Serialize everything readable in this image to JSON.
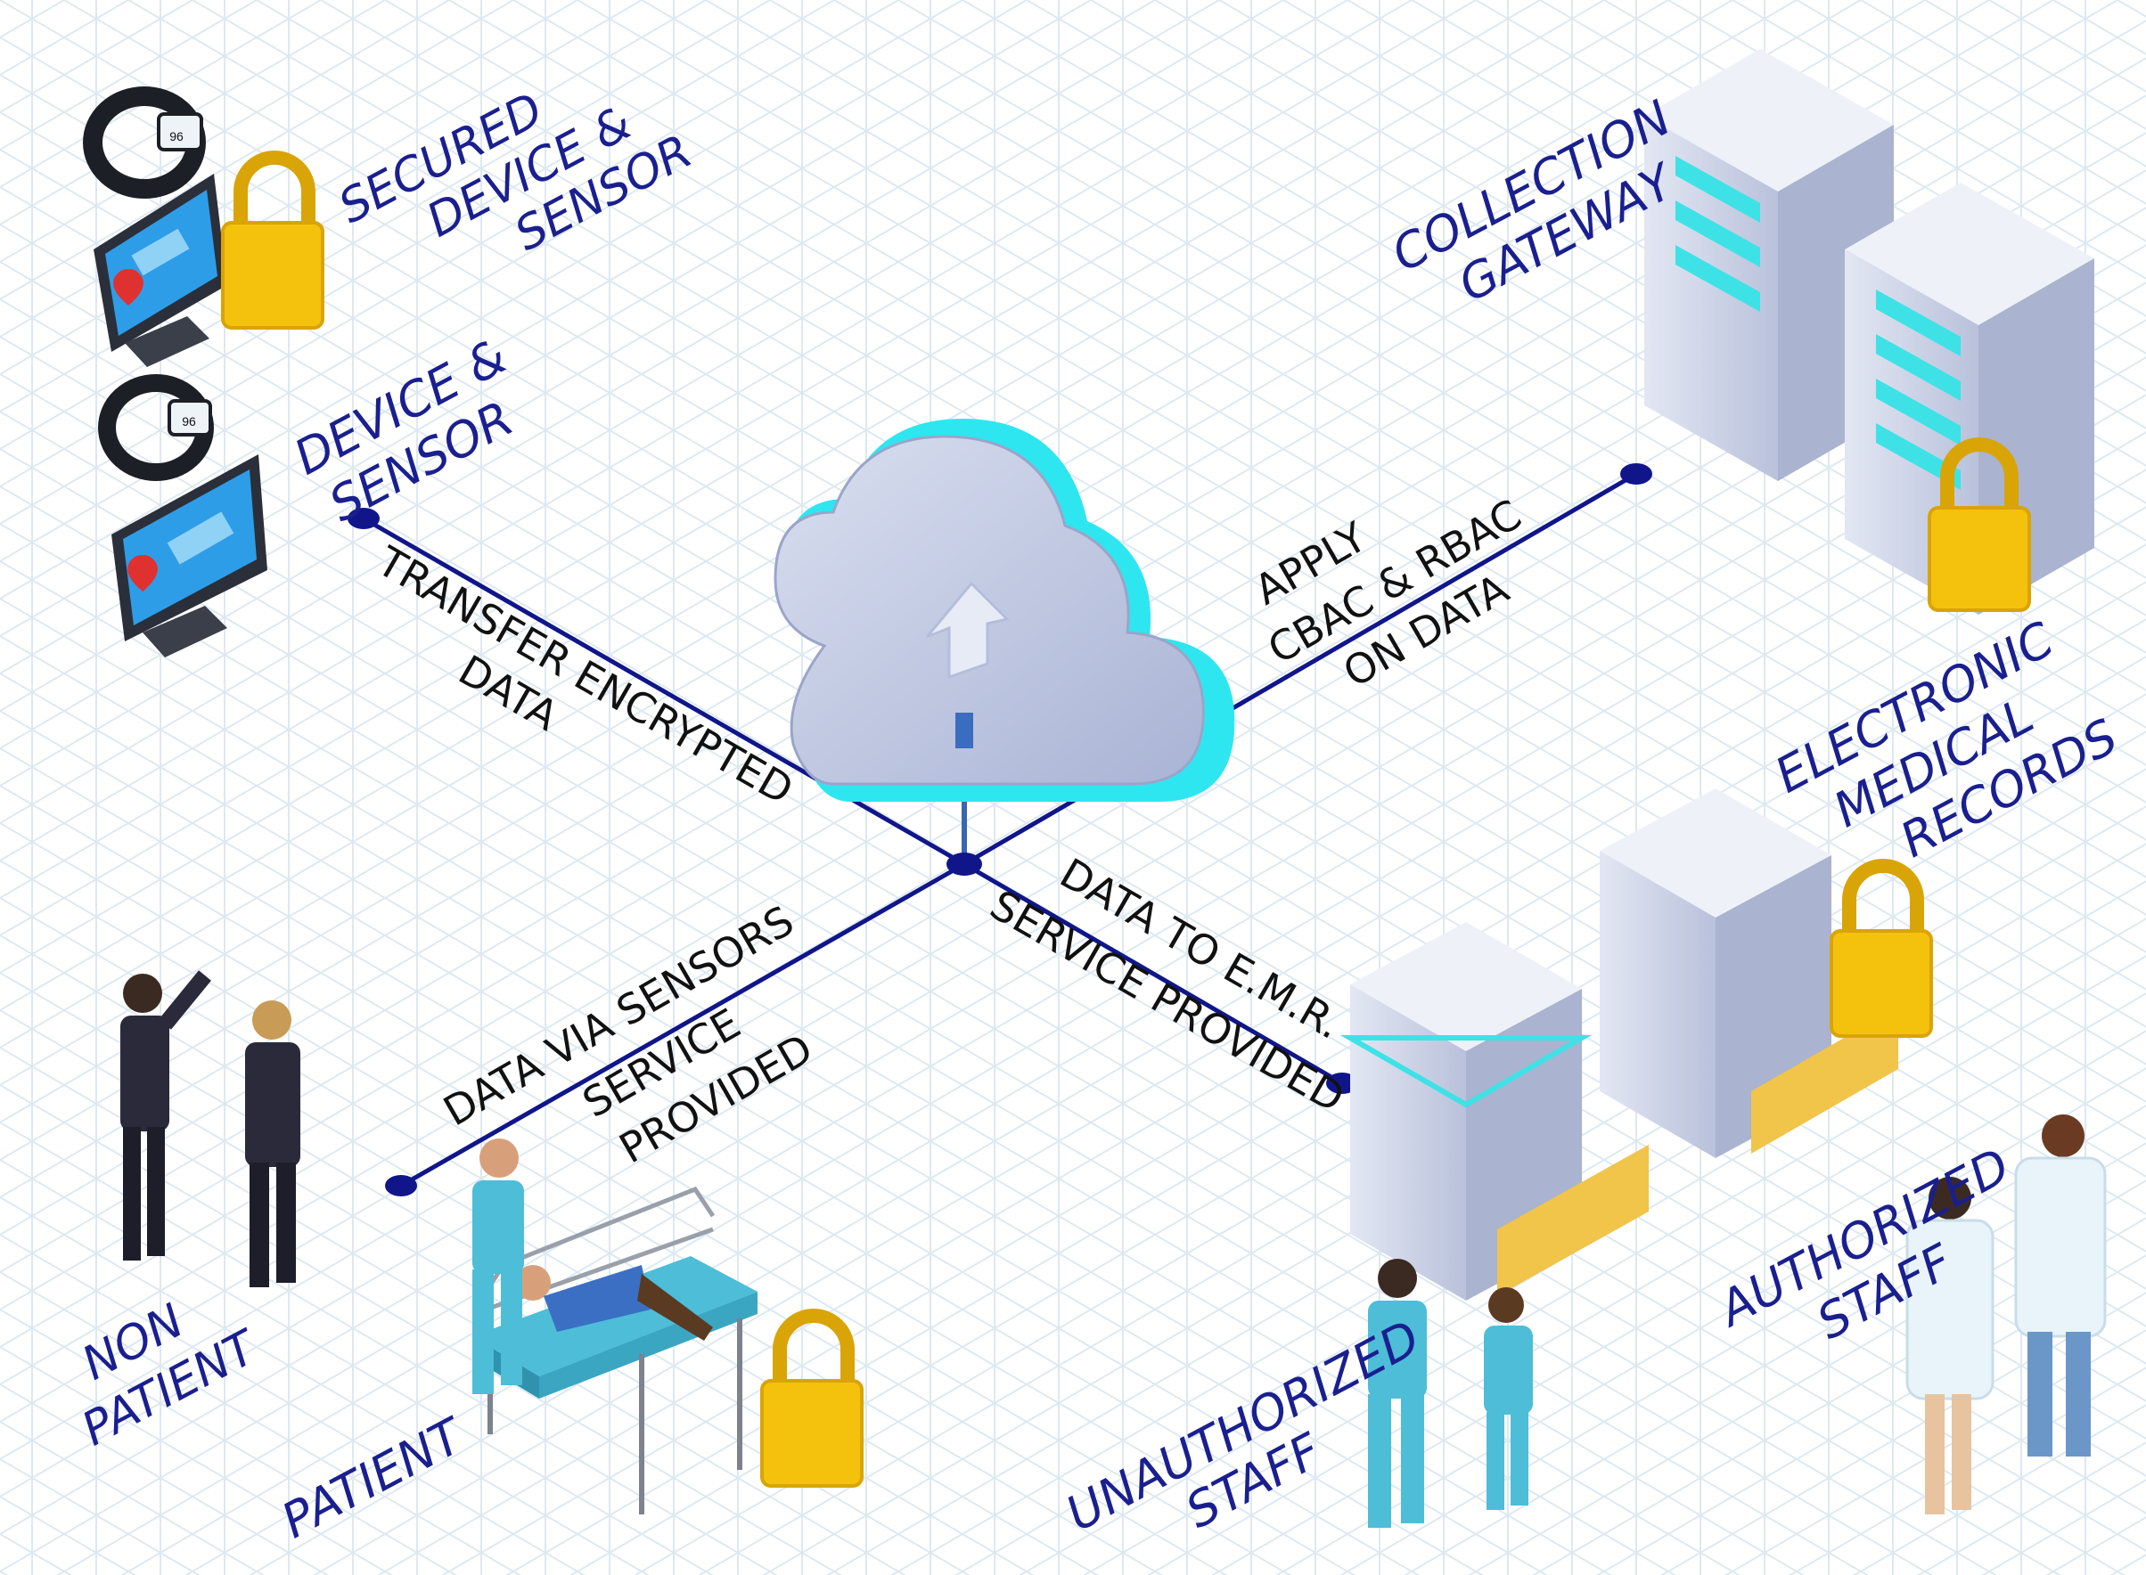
{
  "colors": {
    "grid": "#dde9f1",
    "line": "#10168a",
    "node": "#10168a",
    "blue_label": "#1a1f8f",
    "lock_gold": "#f4c20d",
    "cloud_face": "#c2cae2",
    "cloud_edge": "#2ee6f0",
    "server_face": "#d3d9ea",
    "server_teal": "#3ee2e6",
    "scrubs": "#4dbdd8"
  },
  "labels": {
    "secured_device_sensor": [
      "SECURED",
      "DEVICE &",
      "SENSOR"
    ],
    "device_sensor": [
      "DEVICE &",
      "SENSOR"
    ],
    "collection_gateway": [
      "COLLECTION",
      "GATEWAY"
    ],
    "electronic_medical_records": [
      "ELECTRONIC",
      "MEDICAL",
      "RECORDS"
    ],
    "non_patient": [
      "NON",
      "PATIENT"
    ],
    "patient": "PATIENT",
    "unauthorized_staff": [
      "UNAUTHORIZED",
      "STAFF"
    ],
    "authorized_staff": [
      "AUTHORIZED",
      "STAFF"
    ]
  },
  "edge_labels": {
    "transfer_encrypted_data": [
      "TRANSFER ENCRYPTED",
      "DATA"
    ],
    "apply_cbac_rbac": [
      "APPLY",
      "CBAC & RBAC",
      "ON DATA"
    ],
    "data_via_sensors": [
      "DATA VIA SENSORS",
      "SERVICE",
      "PROVIDED"
    ],
    "data_to_emr": [
      "DATA TO E.M.R.",
      "SERVICE PROVIDED"
    ]
  },
  "icons": {
    "watch_reading": "96"
  }
}
